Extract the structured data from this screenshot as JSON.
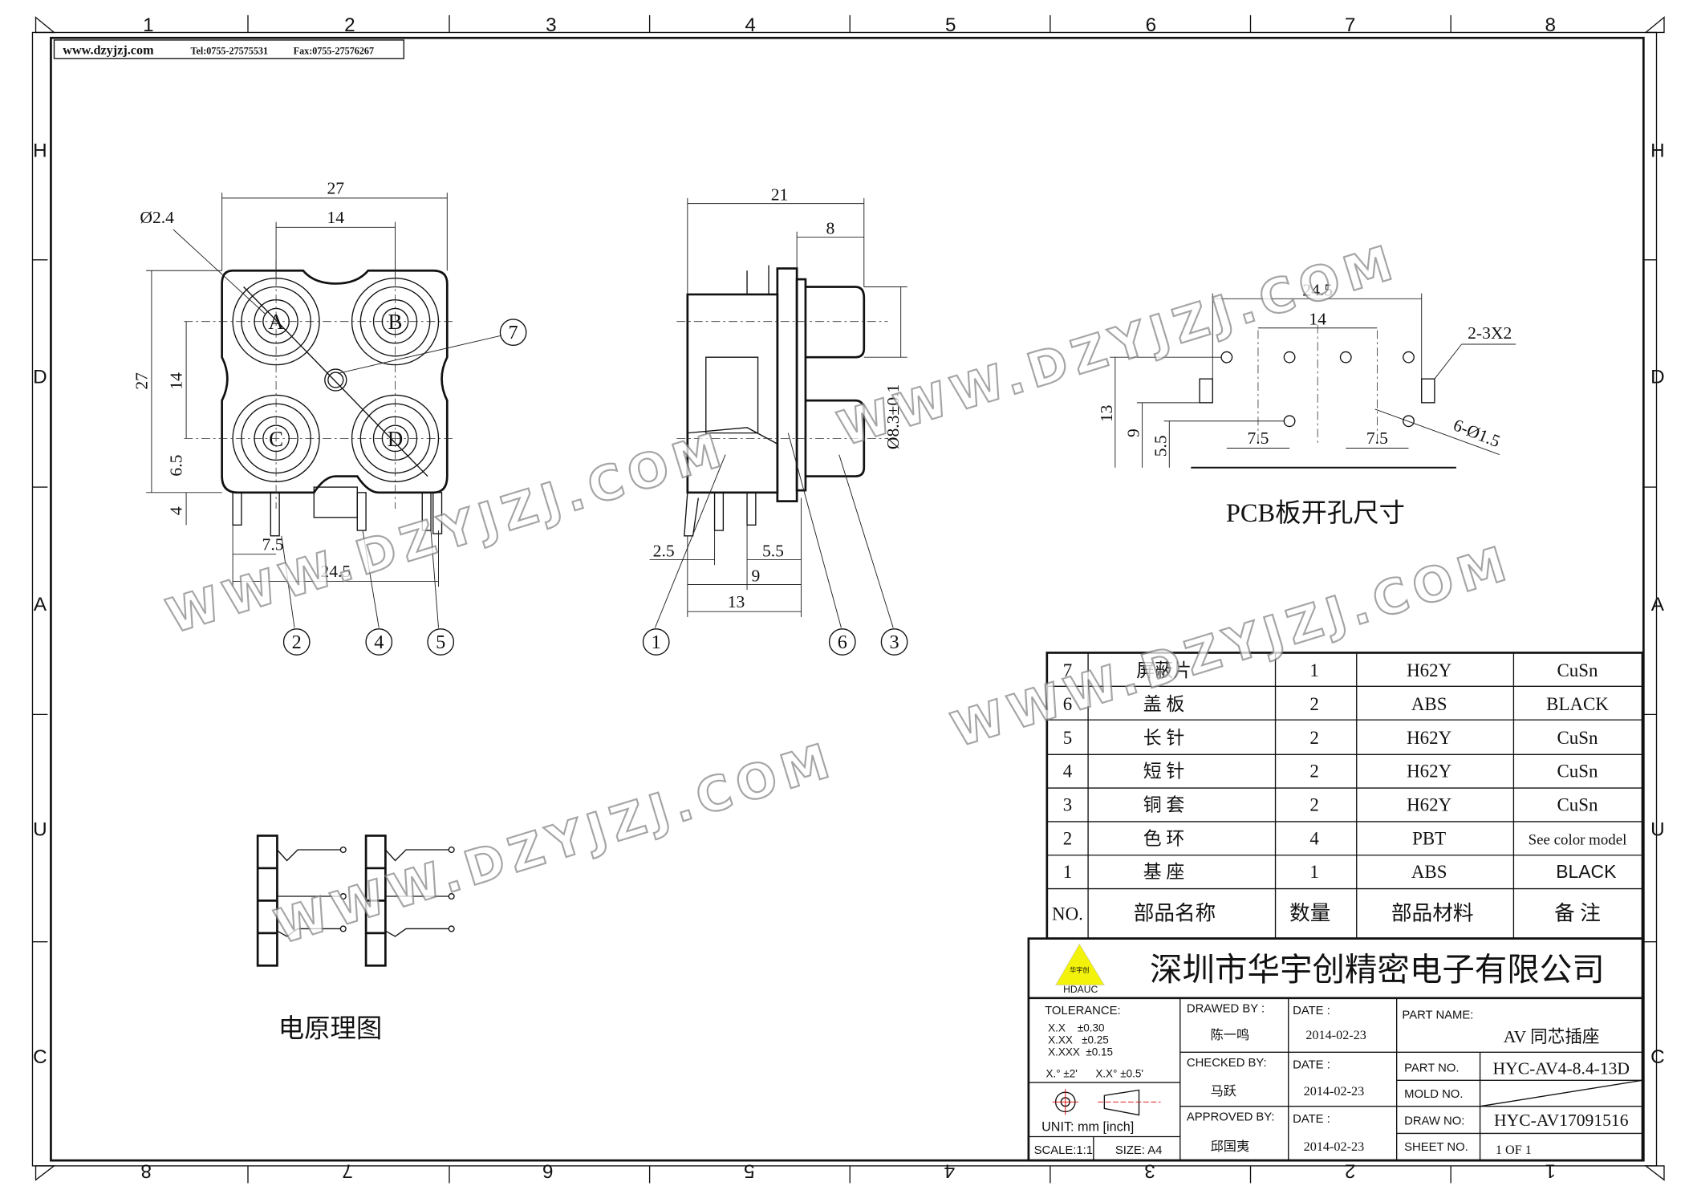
{
  "header": {
    "website": "www.dzyjzj.com",
    "tel": "Tel:0755-27575531",
    "fax": "Fax:0755-27576267"
  },
  "frame": {
    "top_cols": [
      "1",
      "2",
      "3",
      "4",
      "5",
      "6",
      "7",
      "8"
    ],
    "bottom_cols": [
      "8",
      "7",
      "6",
      "5",
      "4",
      "3",
      "2",
      "1"
    ],
    "rows": [
      "H",
      "D",
      "A",
      "U",
      "C"
    ]
  },
  "front_view": {
    "labels": [
      "A",
      "B",
      "C",
      "D"
    ],
    "dims": [
      "27",
      "14",
      "Ø2.4",
      "27",
      "14",
      "6.5",
      "4",
      "7.5",
      "24.5"
    ],
    "callouts": [
      "7",
      "2",
      "4",
      "5"
    ]
  },
  "side_view": {
    "dims": [
      "21",
      "8",
      "Ø8.3±0.1",
      "2.5",
      "5.5",
      "9",
      "13"
    ],
    "callouts": [
      "1",
      "6",
      "3"
    ]
  },
  "pcb": {
    "title": "PCB板开孔尺寸",
    "dims": [
      "24.5",
      "14",
      "2-3X2",
      "13",
      "9",
      "5.5",
      "7.5",
      "7.5",
      "6-Ø1.5"
    ]
  },
  "schematic": {
    "title": "电原理图"
  },
  "watermark": "WWW.DZYJZJ.COM",
  "bom": {
    "rows": [
      {
        "no": "7",
        "name": "屏蔽片",
        "qty": "1",
        "material": "H62Y",
        "note": "CuSn"
      },
      {
        "no": "6",
        "name": "盖 板",
        "qty": "2",
        "material": "ABS",
        "note": "BLACK"
      },
      {
        "no": "5",
        "name": "长 针",
        "qty": "2",
        "material": "H62Y",
        "note": "CuSn"
      },
      {
        "no": "4",
        "name": "短 针",
        "qty": "2",
        "material": "H62Y",
        "note": "CuSn"
      },
      {
        "no": "3",
        "name": "铜 套",
        "qty": "2",
        "material": "H62Y",
        "note": "CuSn"
      },
      {
        "no": "2",
        "name": "色 环",
        "qty": "4",
        "material": "PBT",
        "note": "See color model"
      },
      {
        "no": "1",
        "name": "基 座",
        "qty": "1",
        "material": "ABS",
        "note": "BLACK"
      }
    ],
    "header": {
      "no": "NO.",
      "name": "部品名称",
      "qty": "数量",
      "material": "部品材料",
      "note": "备 注"
    }
  },
  "title_block": {
    "logo_text": "HDAUC",
    "logo_cn": "华宇创",
    "company": "深圳市华宇创精密电子有限公司",
    "tolerance_label": "TOLERANCE:",
    "tol": [
      "X.X    ±0.30",
      "X.XX   ±0.25",
      "X.XXX  ±0.15"
    ],
    "tol_angle": "X.° ±2'      X.X° ±0.5'",
    "unit": "UNIT:  mm  [inch]",
    "scale": "SCALE:1:1",
    "size": "SIZE:  A4",
    "drawed_by_label": "DRAWED  BY :",
    "drawed_by": "陈一鸣",
    "checked_by_label": "CHECKED  BY:",
    "checked_by": "马跃",
    "approved_by_label": "APPROVED  BY:",
    "approved_by": "邱国夷",
    "date_label": "DATE  :",
    "dates": [
      "2014-02-23",
      "2014-02-23",
      "2014-02-23"
    ],
    "part_name_label": "PART  NAME:",
    "part_name": "AV  同芯插座",
    "part_no_label": "PART  NO.",
    "part_no": "HYC-AV4-8.4-13D",
    "mold_no_label": "MOLD  NO.",
    "draw_no_label": "DRAW  NO:",
    "draw_no": "HYC-AV17091516",
    "sheet_no_label": "SHEET  NO.",
    "sheet_no": "1 OF 1"
  }
}
